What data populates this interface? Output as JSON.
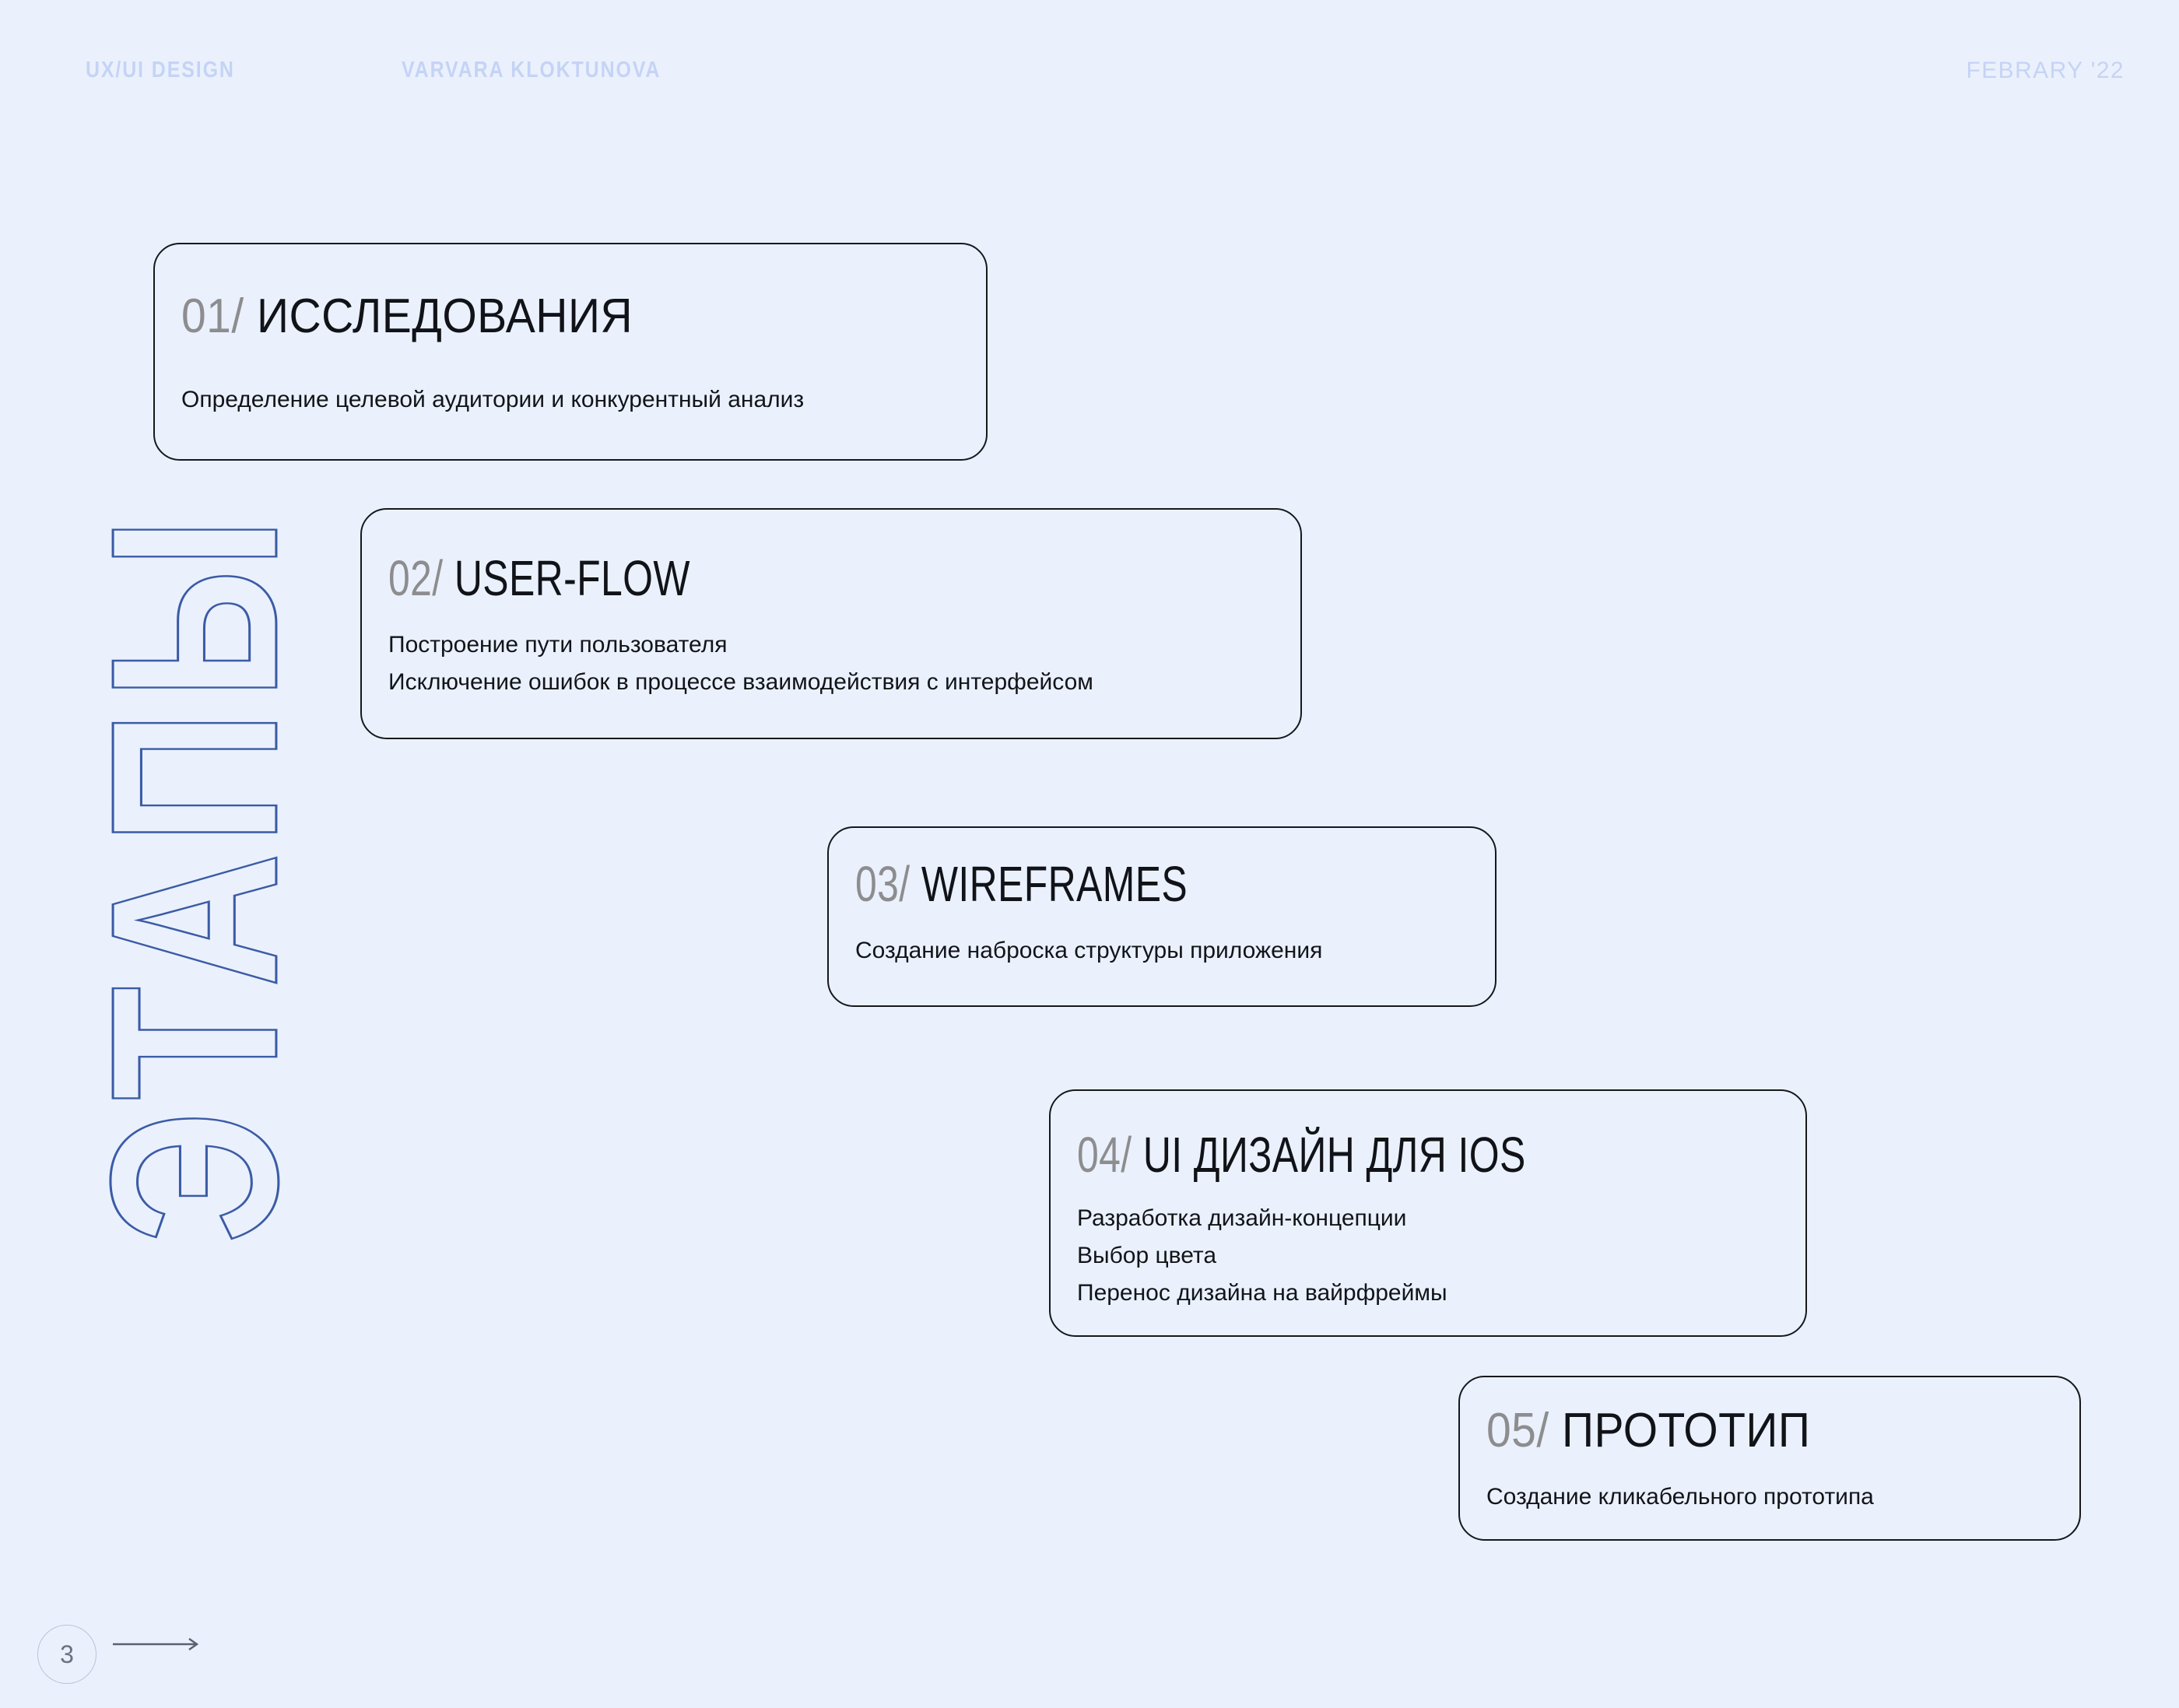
{
  "header": {
    "left": "UX/UI DESIGN",
    "middle": "VARVARA KLOKTUNOVA",
    "right": "FEBRARY '22"
  },
  "side_label": "ЭТАПЫ",
  "colors": {
    "background": "#EAF1FD",
    "header_text": "#C5D3F5",
    "card_border": "#16181D",
    "step_number": "#8D8D8F",
    "title_text": "#111318",
    "outline_stroke": "#3B5BA5",
    "footer_muted": "#6D7280"
  },
  "steps": [
    {
      "number": "01/",
      "title": "ИССЛЕДОВАНИЯ",
      "lines": [
        "Определение целевой аудитории и конкурентный анализ"
      ]
    },
    {
      "number": "02/",
      "title": "USER-FLOW",
      "lines": [
        "Построение пути пользователя",
        "Исключение ошибок в процессе взаимодействия с интерфейсом"
      ]
    },
    {
      "number": "03/",
      "title": "WIREFRAMES",
      "lines": [
        "Создание наброска структуры приложения"
      ]
    },
    {
      "number": "04/",
      "title": "UI ДИЗАЙН ДЛЯ IOS",
      "lines": [
        "Разработка дизайн-концепции",
        "Выбор цвета",
        "Перенос дизайна на вайрфреймы"
      ]
    },
    {
      "number": "05/",
      "title": "ПРОТОТИП",
      "lines": [
        "Создание кликабельного прототипа"
      ]
    }
  ],
  "footer": {
    "page_number": "3",
    "arrow_icon": "arrow-right-icon"
  }
}
